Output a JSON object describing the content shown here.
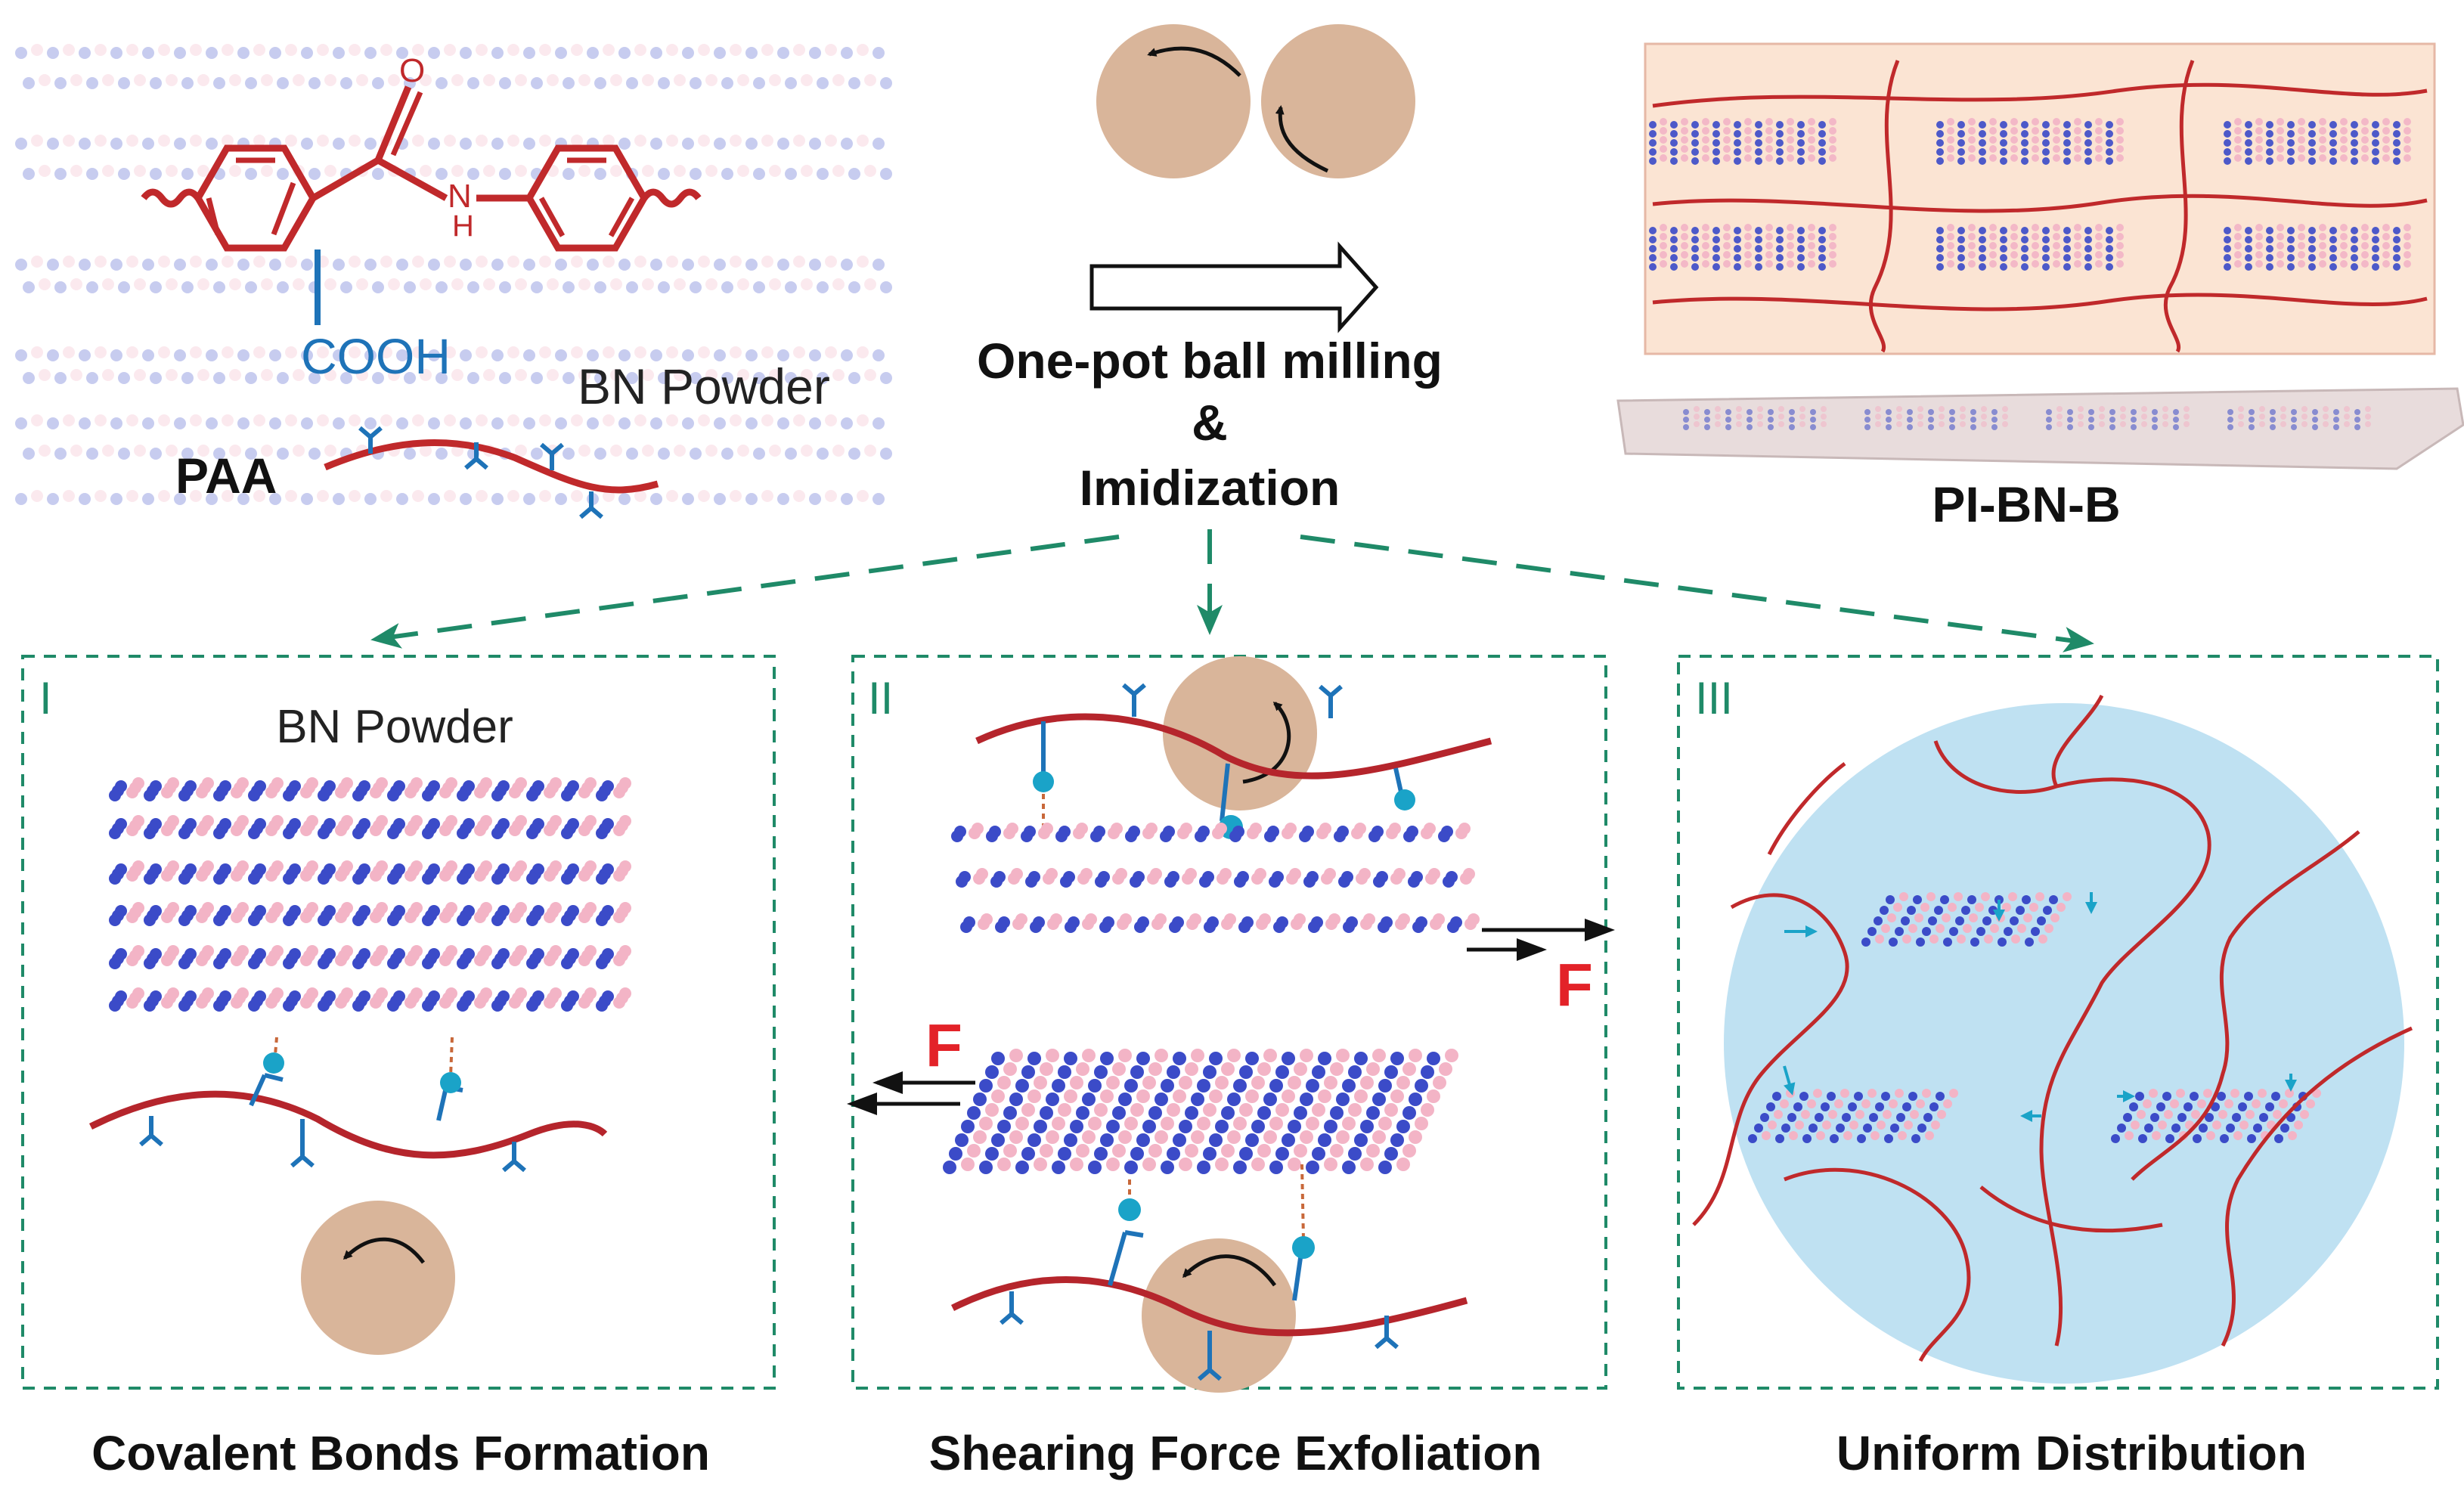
{
  "colors": {
    "polymer": "#c0292b",
    "cooh": "#1e73b8",
    "linker": "#1aa3c8",
    "boron": "#3b4bc8",
    "nitrogen": "#f3b4c6",
    "ball": "#d9b59a",
    "film": "#fbe4d3",
    "sphere": "#bfe1f2",
    "dashed": "#1f8a68"
  },
  "top": {
    "left": {
      "cooh_label": "COOH",
      "bn_label": "BN Powder",
      "paa_label": "PAA",
      "carbonyl_o": "O",
      "amide_n": "N",
      "amide_h": "H"
    },
    "center": {
      "line1": "One-pot ball milling",
      "line2": "&",
      "line3": "Imidization"
    },
    "right": {
      "label": "PI-BN-B"
    }
  },
  "panels": [
    {
      "roman": "I",
      "title": "BN Powder",
      "caption": "Covalent Bonds Formation"
    },
    {
      "roman": "II",
      "caption": "Shearing Force Exfoliation",
      "force_label": "F"
    },
    {
      "roman": "III",
      "caption": "Uniform Distribution"
    }
  ]
}
